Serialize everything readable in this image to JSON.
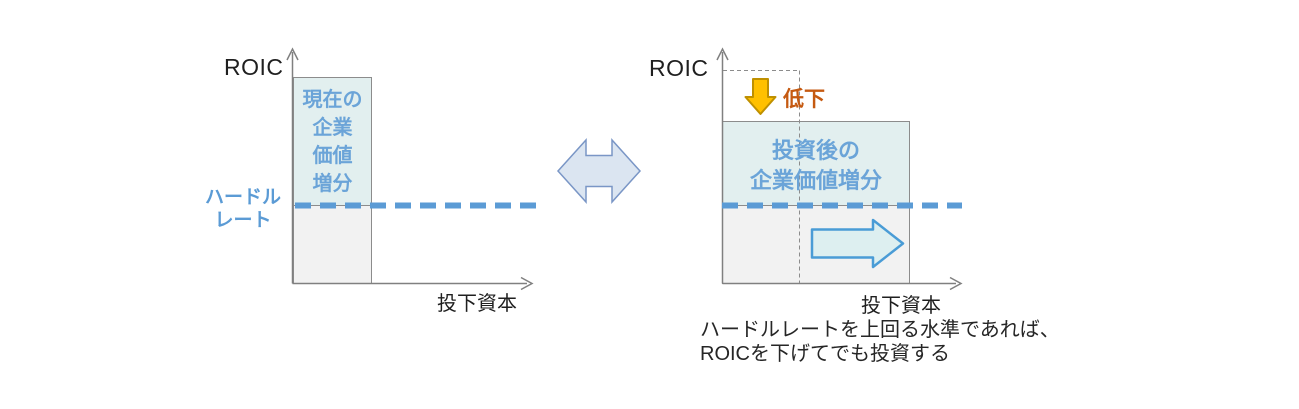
{
  "colors": {
    "bar_fill_top": "#e2efef",
    "bar_fill_bottom": "#f2f2f2",
    "bar_border": "#8c8c8c",
    "hurdle_blue": "#5b9bd5",
    "label_blue": "#6ba4d8",
    "axis_gray": "#808080",
    "guide_gray": "#8c8c8c",
    "down_arrow_fill": "#ffc000",
    "down_arrow_border": "#bf9000",
    "decline_text": "#c55a11",
    "double_arrow_fill": "#dbe5f1",
    "double_arrow_border": "#7a96c6",
    "right_arrow_fill": "#ddeff0",
    "right_arrow_border": "#4a9cd6"
  },
  "icons": {
    "double_arrow": "left-right-arrow-icon",
    "decline_arrow": "down-arrow-icon",
    "expand_arrow": "right-arrow-icon"
  },
  "left_chart": {
    "y_axis_label": "ROIC",
    "x_axis_label": "投下資本",
    "bar_label_lines": [
      "現在の",
      "企業",
      "価値",
      "増分"
    ],
    "hurdle_label_lines": [
      "ハードル",
      "レート"
    ]
  },
  "right_chart": {
    "y_axis_label": "ROIC",
    "x_axis_label": "投下資本",
    "bar_label_lines": [
      "投資後の",
      "企業価値増分"
    ],
    "decline_label": "低下",
    "caption_lines": [
      "ハードルレートを上回る水準であれば、",
      "ROICを下げてでも投資する"
    ]
  }
}
